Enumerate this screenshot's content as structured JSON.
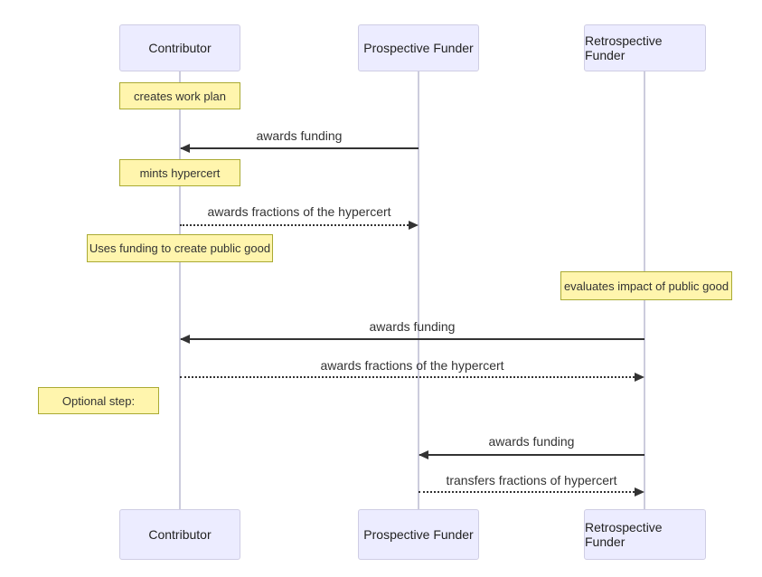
{
  "diagram": {
    "type": "sequence-diagram",
    "actors": [
      {
        "label": "Contributor"
      },
      {
        "label": "Prospective Funder"
      },
      {
        "label": "Retrospective Funder"
      }
    ],
    "notes": [
      {
        "text": "creates work plan",
        "over": "Contributor"
      },
      {
        "text": "mints hypercert",
        "over": "Contributor"
      },
      {
        "text": "Uses funding to create public good",
        "over": "Contributor"
      },
      {
        "text": "evaluates impact of public good",
        "over": "Retrospective Funder"
      },
      {
        "text": "Optional step:",
        "left_of": "Contributor"
      }
    ],
    "messages": [
      {
        "label": "awards funding",
        "from": "Prospective Funder",
        "to": "Contributor",
        "style": "solid"
      },
      {
        "label": "awards fractions of the hypercert",
        "from": "Contributor",
        "to": "Prospective Funder",
        "style": "dashed"
      },
      {
        "label": "awards funding",
        "from": "Retrospective Funder",
        "to": "Contributor",
        "style": "solid"
      },
      {
        "label": "awards fractions of the hypercert",
        "from": "Contributor",
        "to": "Retrospective Funder",
        "style": "dashed"
      },
      {
        "label": "awards funding",
        "from": "Retrospective Funder",
        "to": "Prospective Funder",
        "style": "solid"
      },
      {
        "label": "transfers fractions of hypercert",
        "from": "Prospective Funder",
        "to": "Retrospective Funder",
        "style": "dashed"
      }
    ],
    "colors": {
      "actor_fill": "#ECECFF",
      "actor_border": "#CFCDE4",
      "note_fill": "#FFF5AD",
      "note_border": "#AAAA33",
      "lifeline": "#CCCCDD",
      "message_line": "#333333",
      "text": "#222222"
    }
  }
}
